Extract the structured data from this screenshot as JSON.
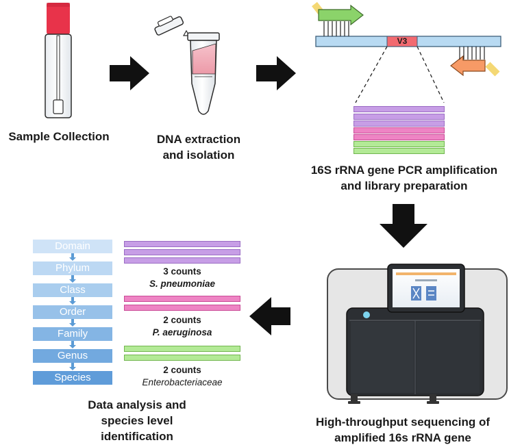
{
  "steps": {
    "sample_collection": "Sample Collection",
    "dna_extraction": [
      "DNA extraction",
      "and isolation"
    ],
    "pcr": [
      "16S rRNA gene PCR amplification",
      "and library preparation"
    ],
    "sequencing": [
      "High-throughput sequencing of",
      "amplified 16s rRNA gene"
    ],
    "analysis": [
      "Data analysis and",
      "species level",
      "identification"
    ]
  },
  "region_label": "V3",
  "taxonomy": [
    "Domain",
    "Phylum",
    "Class",
    "Order",
    "Family",
    "Genus",
    "Species"
  ],
  "groups": [
    {
      "count": "3 counts",
      "species": "S. pneumoniae",
      "color": "#c79ee6",
      "reads": 3
    },
    {
      "count": "2 counts",
      "species": "P. aeruginosa",
      "color": "#ee84c4",
      "reads": 2
    },
    {
      "count": "2 counts",
      "species": "Enterobacteriaceae",
      "color": "#b3ea96",
      "reads": 2
    }
  ],
  "library_colors": [
    "#c79ee6",
    "#c79ee6",
    "#c79ee6",
    "#ee84c4",
    "#ee84c4",
    "#b3ea96",
    "#b3ea96"
  ],
  "colors": {
    "tube_cap": "#e8334a",
    "strand": "#b8daf2",
    "v3_region": "#f26a70",
    "forward_primer": "#8bd36a",
    "reverse_primer": "#f79a66",
    "primer_tail": "#f4d874",
    "arrow": "#111111",
    "sequencer_body": "#e6e6e6",
    "sequencer_dark": "#2c2f33"
  },
  "icons": [
    "sample-tube-icon",
    "microcentrifuge-tube-icon",
    "sequencer-icon"
  ]
}
